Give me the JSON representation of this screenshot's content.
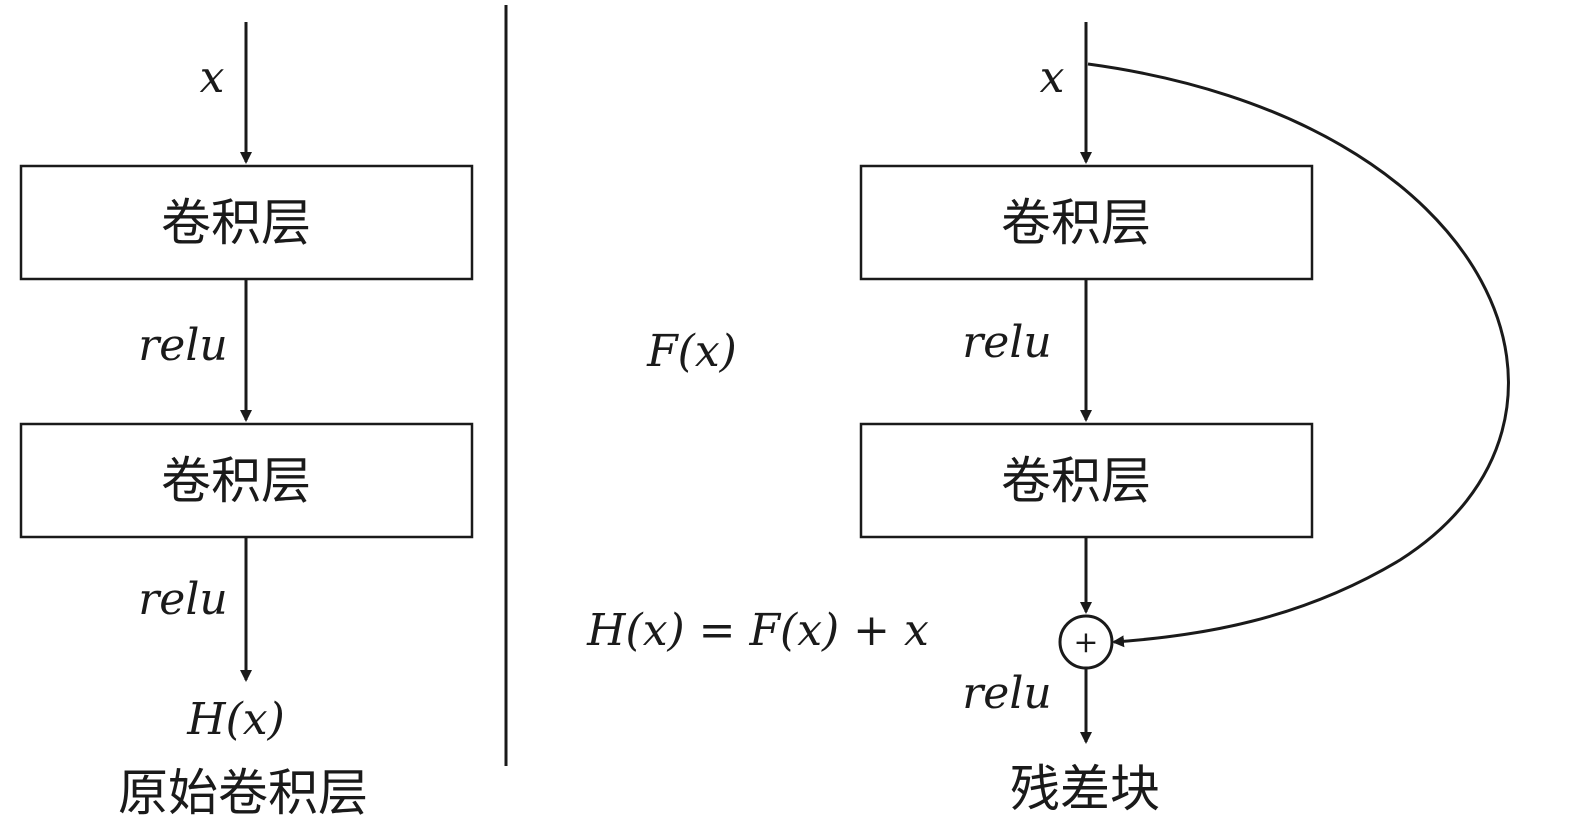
{
  "left": {
    "input_label": "x",
    "box1_label": "卷积层",
    "act1_label": "relu",
    "box2_label": "卷积层",
    "act2_label": "relu",
    "output_label": "H(x)",
    "caption": "原始卷积层"
  },
  "right": {
    "input_label": "x",
    "box1_label": "卷积层",
    "act1_label": "relu",
    "box2_label": "卷积层",
    "residual_label": "F(x)",
    "sum_equation": "H(x) = F(x) + x",
    "adder_symbol": "+",
    "act_out_label": "relu",
    "caption": "残差块"
  },
  "colors": {
    "ink": "#1a1a1a",
    "background": "#ffffff"
  }
}
